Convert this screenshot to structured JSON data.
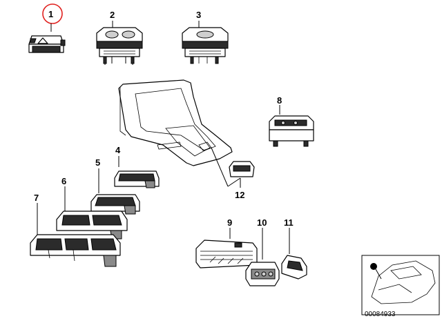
{
  "parts": [
    {
      "id": "part-1",
      "label": "1",
      "highlighted": true
    },
    {
      "id": "part-2",
      "label": "2"
    },
    {
      "id": "part-3",
      "label": "3"
    },
    {
      "id": "part-4",
      "label": "4"
    },
    {
      "id": "part-5",
      "label": "5"
    },
    {
      "id": "part-6",
      "label": "6"
    },
    {
      "id": "part-7",
      "label": "7"
    },
    {
      "id": "part-8",
      "label": "8"
    },
    {
      "id": "part-9",
      "label": "9"
    },
    {
      "id": "part-10",
      "label": "10"
    },
    {
      "id": "part-11",
      "label": "11"
    },
    {
      "id": "part-12",
      "label": "12"
    }
  ],
  "diagram_code": "00084933",
  "colors": {
    "highlight_circle": "#e0201e",
    "ink": "#000000",
    "background": "#ffffff"
  }
}
